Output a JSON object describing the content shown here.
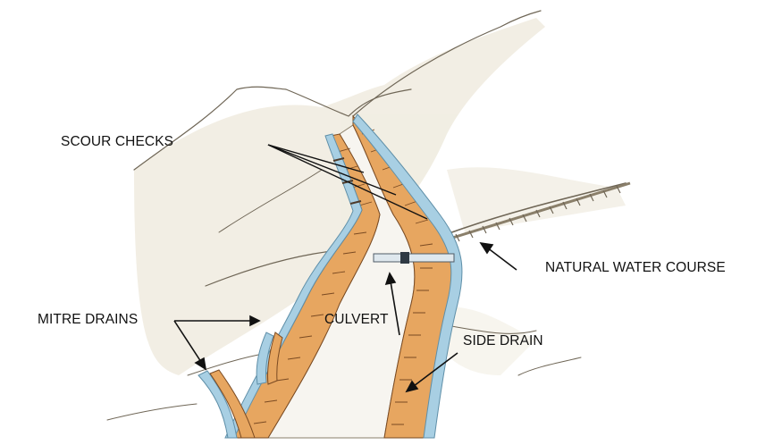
{
  "labels": {
    "scour_checks": "SCOUR CHECKS",
    "natural_water_course": "NATURAL WATER COURSE",
    "mitre_drains": "MITRE DRAINS",
    "culvert": "CULVERT",
    "side_drain": "SIDE DRAIN"
  },
  "colors": {
    "ink": "#111111",
    "sketch_line": "#6f6656",
    "bank_fill": "#e7a660",
    "bank_hatch": "#7a4a22",
    "water": "#a8cfe3",
    "water_edge": "#5f8fa8",
    "road": "#f7f5f0",
    "shade": "#e8e2d2"
  }
}
